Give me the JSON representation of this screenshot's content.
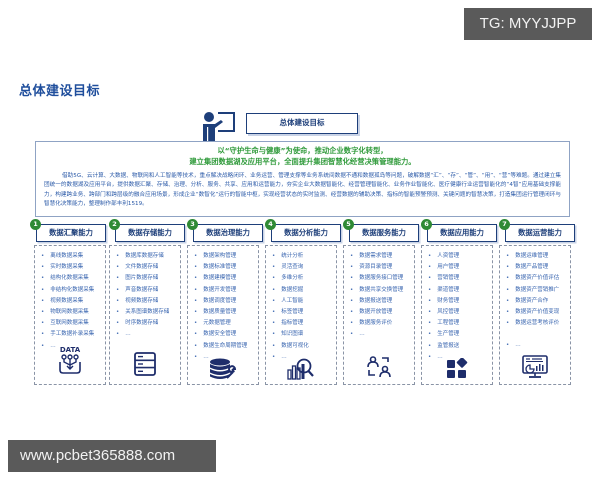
{
  "watermarks": {
    "top_right": "TG: MYYJJPP",
    "bottom_left": "www.pcbet365888.com"
  },
  "page": {
    "title": "总体建设目标"
  },
  "header": {
    "goal_box_title": "总体建设目标",
    "presenter_icon": "presenter-icon"
  },
  "mission": {
    "line1": "以“守护生命与健康”为使命，推动企业数字化转型，",
    "line2": "建立集团数据湖及应用平台，全面提升集团智慧化经营决策管理能力。",
    "description": "借助5G、云计算、大数据、物联网和人工智能等技术，重点解决战略闭环、业务运营、管理支撑等业务系统间数据不通和数据孤岛等问题，破解数据“汇”、“存”、“管”、“用”、“营”等难题。通过建立集团统一的数据湖及应用平台，提供数据汇聚、存储、治理、分析、服务、共享、应用和运营能力，夯实企业大数据智能化、经营管理智能化、业务作业智能化、医疗健康行业运营智能化的“4智”应用基础支撑能力，构建跨业务、跨部门和跨层级的融合应用场景，形成企业“数智化”运行的智能中枢，实现经营状态的实时监测、经营数据的辅助决策、指标的智能预警预测、关键问题的智慧决策，打造集团运行管理闭环与智慧化决策能力，整理制作部丰利1519。"
  },
  "colors": {
    "primary_navy": "#1e3f7a",
    "title_blue": "#1f4e9c",
    "mission_green": "#2f9a3a",
    "list_blue": "#3a66b0",
    "badge_green": "#2f8a35",
    "watermark_gray": "#5a5a5a"
  },
  "capabilities": [
    {
      "number": "1",
      "title": "数据汇聚能力",
      "icon": "data-collection-icon",
      "icon_label": "DATA",
      "items": [
        "离线数据采集",
        "实时数据采集",
        "结构化数据采集",
        "非结构化数据采集",
        "视频数据采集",
        "物联网数据采集",
        "互联网数据采集",
        "手工数据补录采集",
        "…"
      ]
    },
    {
      "number": "2",
      "title": "数据存储能力",
      "icon": "server-storage-icon",
      "items": [
        "数据库数据存储",
        "文件数据存储",
        "图片数据存储",
        "声音数据存储",
        "视频数据存储",
        "关系图谱数据存储",
        "时序数据存储",
        "…"
      ]
    },
    {
      "number": "3",
      "title": "数据治理能力",
      "icon": "database-wrench-icon",
      "items": [
        "数据架构管理",
        "数据标准管理",
        "数据建模管理",
        "数据开发管理",
        "数据调度管理",
        "数据质量管理",
        "元数据管理",
        "数据安全管理",
        "数据生命周期管理",
        "…"
      ]
    },
    {
      "number": "4",
      "title": "数据分析能力",
      "icon": "chart-magnifier-icon",
      "items": [
        "统计分析",
        "灵活查询",
        "多维分析",
        "数据挖掘",
        "人工智能",
        "标签管理",
        "指标管理",
        "知识图谱",
        "数据可视化",
        "…"
      ]
    },
    {
      "number": "5",
      "title": "数据服务能力",
      "icon": "user-exchange-icon",
      "items": [
        "数据需求管理",
        "资源目录管理",
        "数据服务接口管理",
        "数据共享交换管理",
        "数据报送管理",
        "数据开放管理",
        "数据服务评价",
        "…"
      ]
    },
    {
      "number": "6",
      "title": "数据应用能力",
      "icon": "app-grid-icon",
      "items": [
        "人资管理",
        "用户管理",
        "营销管理",
        "渠道管理",
        "财务管理",
        "风控管理",
        "工程管理",
        "生产管理",
        "监管报送",
        "…"
      ]
    },
    {
      "number": "7",
      "title": "数据运营能力",
      "icon": "dashboard-monitor-icon",
      "items": [
        "数据运维管理",
        "数据产品管理",
        "数据资产价值评估",
        "数据资产营销推广",
        "数据资产合作",
        "数据资产价值变现",
        "数据运营考核评价",
        "…"
      ]
    }
  ]
}
